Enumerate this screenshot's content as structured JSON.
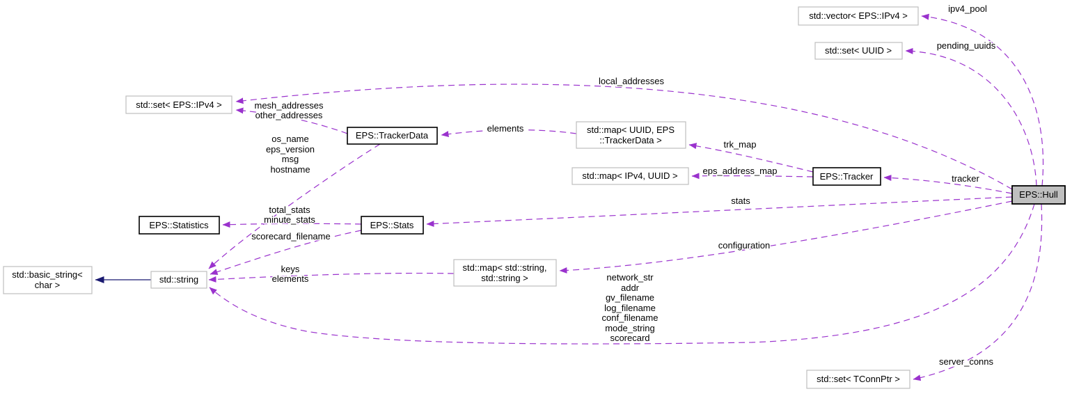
{
  "diagram": {
    "type": "doxygen-collaboration-graph",
    "colors": {
      "background": "#ffffff",
      "dashed_edge": "#9a32cd",
      "inheritance_edge": "#191970",
      "external_node_border": "#bdbdbd",
      "documented_node_border": "#000000",
      "main_node_fill": "#bfbfbf",
      "text": "#000000"
    },
    "nodes": {
      "vector_ipv4": {
        "label": "std::vector< EPS::IPv4 >"
      },
      "set_uuid": {
        "label": "std::set< UUID >"
      },
      "set_ipv4": {
        "label": "std::set< EPS::IPv4 >"
      },
      "tracker_data": {
        "label": "EPS::TrackerData"
      },
      "map_uuid_trackerdata": {
        "lines": [
          "std::map< UUID, EPS",
          "::TrackerData >"
        ]
      },
      "map_ipv4_uuid": {
        "label": "std::map< IPv4, UUID >"
      },
      "tracker": {
        "label": "EPS::Tracker"
      },
      "hull": {
        "label": "EPS::Hull"
      },
      "statistics": {
        "label": "EPS::Statistics"
      },
      "stats": {
        "label": "EPS::Stats"
      },
      "string": {
        "label": "std::string"
      },
      "basic_string": {
        "lines": [
          "std::basic_string<",
          "char >"
        ]
      },
      "map_string_string": {
        "lines": [
          "std::map< std::string,",
          "std::string >"
        ]
      },
      "set_tconnptr": {
        "label": "std::set< TConnPtr >"
      }
    },
    "edge_labels": {
      "ipv4_pool": "ipv4_pool",
      "pending_uuids": "pending_uuids",
      "local_addresses": "local_addresses",
      "mesh_other_addresses": [
        "mesh_addresses",
        "other_addresses"
      ],
      "elements_trackerdata": "elements",
      "trackerdata_string_members": [
        "os_name",
        "eps_version",
        "msg",
        "hostname"
      ],
      "trk_map": "trk_map",
      "eps_address_map": "eps_address_map",
      "tracker": "tracker",
      "stats": "stats",
      "stats_members": [
        "total_stats",
        "minute_stats"
      ],
      "scorecard_filename": "scorecard_filename",
      "map_string_members": [
        "keys",
        "elements"
      ],
      "configuration": "configuration",
      "hull_string_members": [
        "network_str",
        "addr",
        "gv_filename",
        "log_filename",
        "conf_filename",
        "mode_string",
        "scorecard"
      ],
      "server_conns": "server_conns"
    }
  }
}
